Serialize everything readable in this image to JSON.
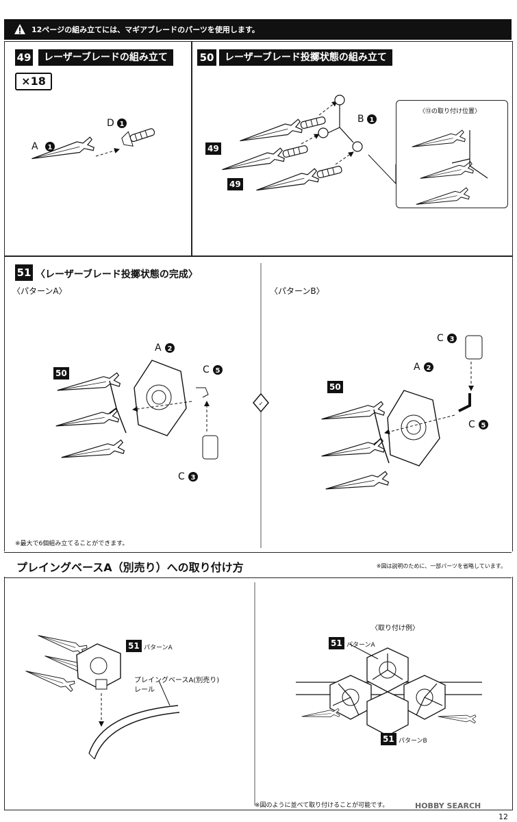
{
  "top_notice": "12ページの組み立てには、マギアブレードのパーツを使用します。",
  "step49": {
    "number": "49",
    "title": "レーザーブレードの組み立て",
    "multiplier": "×18",
    "part_a": "A",
    "part_a_num": "1",
    "part_d": "D",
    "part_d_num": "1"
  },
  "step50": {
    "number": "50",
    "title": "レーザーブレード投擲状態の組み立て",
    "part_b": "B",
    "part_b_num": "1",
    "ref_49_top": "49",
    "ref_49_bottom": "49",
    "inset_title": "〈⑬の取り付け位置〉"
  },
  "step51": {
    "number": "51",
    "title": "〈レーザーブレード投擲状態の完成〉",
    "pattern_a": "〈パターンA〉",
    "pattern_b": "〈パターンB〉",
    "ref_50": "50",
    "part_a": "A",
    "part_a_num": "2",
    "part_c_top": "C",
    "part_c_top_num": "5",
    "part_c_bottom": "C",
    "part_c_bottom_num": "3",
    "b_ref_50": "50",
    "b_part_c_top": "C",
    "b_part_c_top_num": "3",
    "b_part_a": "A",
    "b_part_a_num": "2",
    "b_part_c_bottom": "C",
    "b_part_c_bottom_num": "5",
    "note": "※最大で6個組み立てることができます。"
  },
  "section_base": {
    "title": "プレイングベースA（別売り）への取り付け方",
    "note": "※図は説明のために、一部パーツを省略しています。",
    "left_ref": "51",
    "left_ref_label": "パターンA",
    "base_label_line1": "プレイングベースA(別売り)",
    "base_label_line2": "レール",
    "right_title": "〈取り付け例〉",
    "right_ref_a": "51",
    "right_ref_a_label": "パターンA",
    "right_ref_b": "51",
    "right_ref_b_label": "パターンB",
    "bottom_note": "※図のように並べて取り付けることが可能です。"
  },
  "watermark": "HOBBY SEARCH",
  "page_number": "12"
}
